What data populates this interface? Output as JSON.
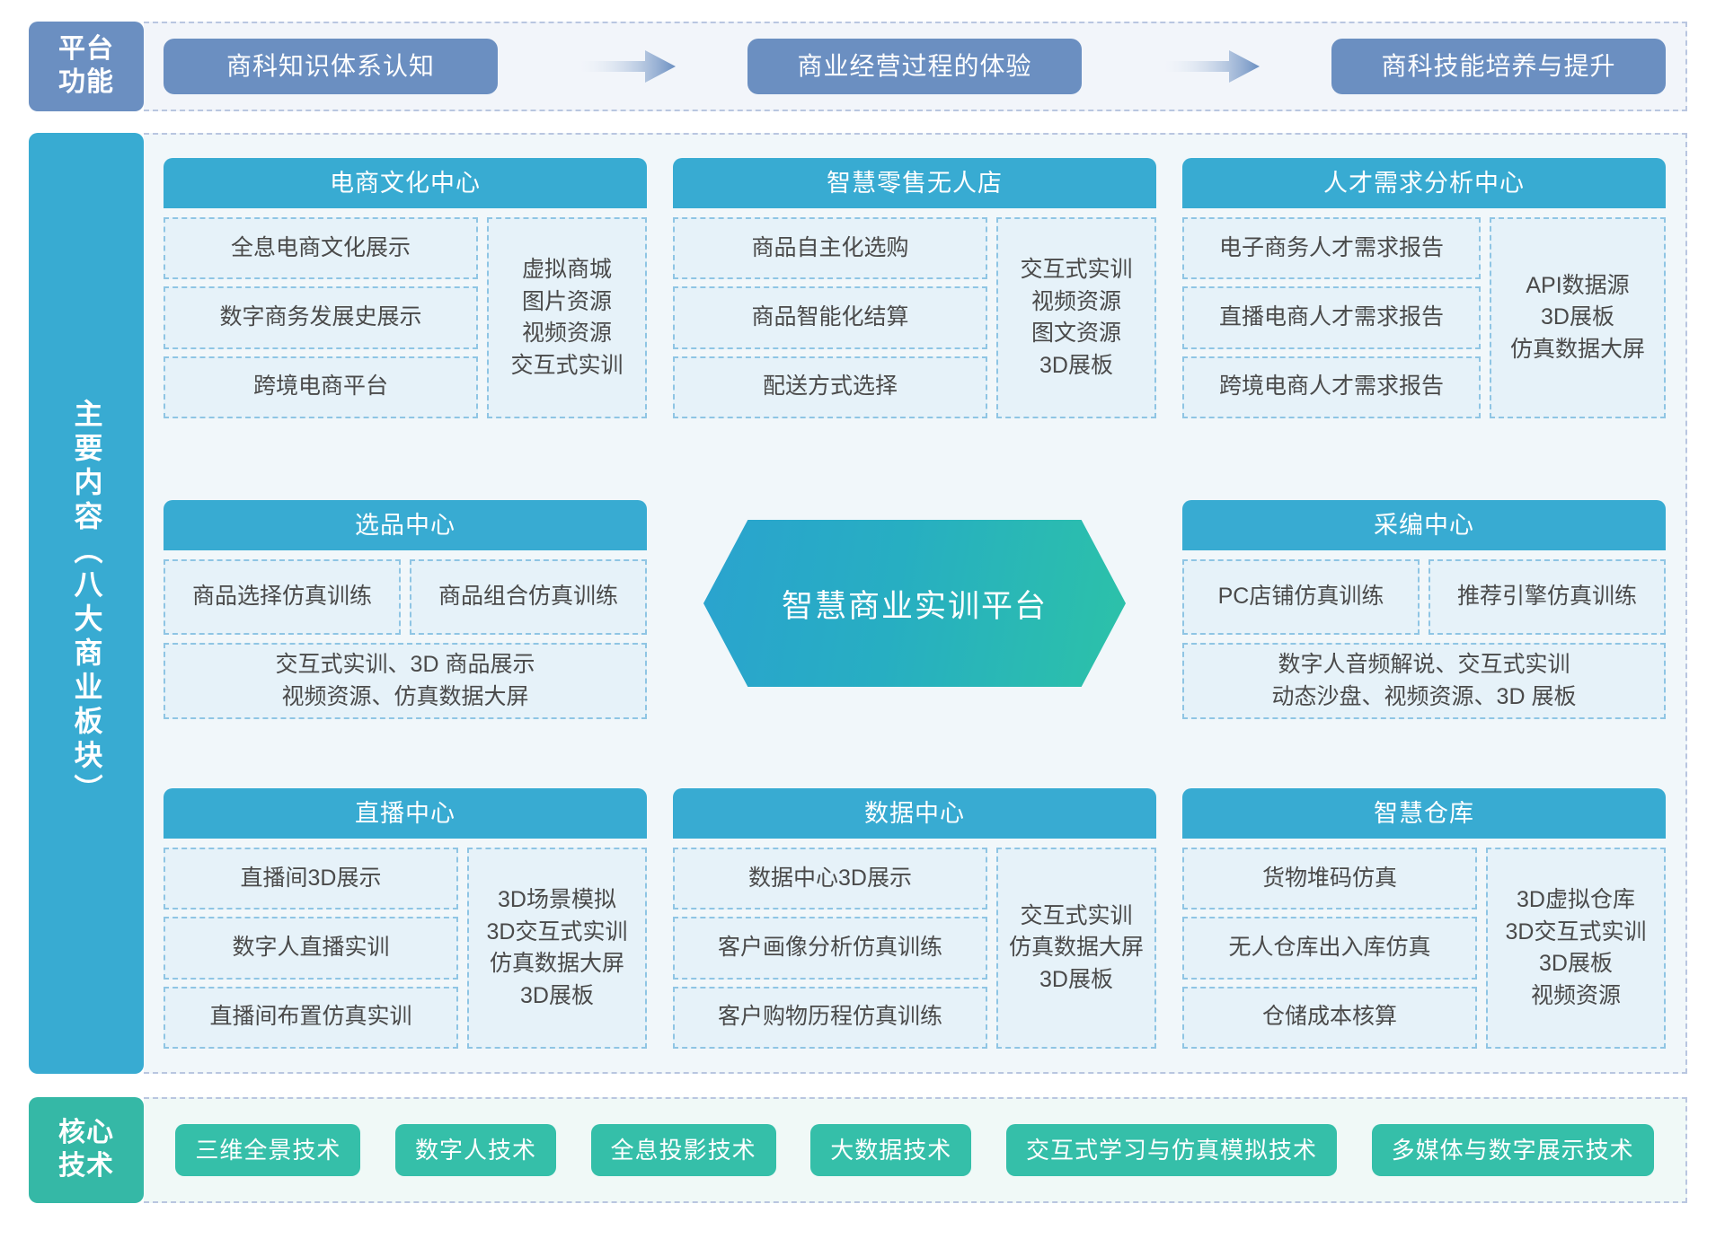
{
  "colors": {
    "platform_blue": "#6b8fc1",
    "content_cyan": "#38abd2",
    "tech_green": "#35bfa9",
    "chip_fill": "#e6f2f9",
    "chip_border": "#8fc5e4",
    "hex_gradient_from": "#2aa3cf",
    "hex_gradient_to": "#2cc2a8"
  },
  "platform": {
    "tab_label": "平台\n功能",
    "steps": [
      {
        "label": "商科知识体系认知"
      },
      {
        "label": "商业经营过程的体验"
      },
      {
        "label": "商科技能培养与提升"
      }
    ],
    "arrow_icon": "arrow-right-icon"
  },
  "content": {
    "tab_label": "主要内容（八大商业板块）",
    "center": {
      "label": "智慧商业实训平台"
    },
    "modules": [
      {
        "id": "ecommerce-culture-center",
        "title": "电商文化中心",
        "layout": "left-list-right-note",
        "items": [
          "全息电商文化展示",
          "数字商务发展史展示",
          "跨境电商平台"
        ],
        "note": "虚拟商城\n图片资源\n视频资源\n交互式实训"
      },
      {
        "id": "smart-retail-unmanned-store",
        "title": "智慧零售无人店",
        "layout": "left-list-right-note",
        "items": [
          "商品自主化选购",
          "商品智能化结算",
          "配送方式选择"
        ],
        "note": "交互式实训\n视频资源\n图文资源\n3D展板"
      },
      {
        "id": "talent-demand-analysis-center",
        "title": "人才需求分析中心",
        "layout": "left-list-right-note",
        "items": [
          "电子商务人才需求报告",
          "直播电商人才需求报告",
          "跨境电商人才需求报告"
        ],
        "note": "API数据源\n3D展板\n仿真数据大屏"
      },
      {
        "id": "selection-center",
        "title": "选品中心",
        "layout": "pair-and-banner",
        "pair": [
          "商品选择仿真训练",
          "商品组合仿真训练"
        ],
        "banner": "交互式实训、3D 商品展示\n视频资源、仿真数据大屏"
      },
      {
        "id": "editorial-center",
        "title": "采编中心",
        "layout": "pair-and-banner",
        "pair": [
          "PC店铺仿真训练",
          "推荐引擎仿真训练"
        ],
        "banner": "数字人音频解说、交互式实训\n动态沙盘、视频资源、3D 展板"
      },
      {
        "id": "livestream-center",
        "title": "直播中心",
        "layout": "left-list-right-note",
        "items": [
          "直播间3D展示",
          "数字人直播实训",
          "直播间布置仿真实训"
        ],
        "note": "3D场景模拟\n3D交互式实训\n仿真数据大屏\n3D展板"
      },
      {
        "id": "data-center",
        "title": "数据中心",
        "layout": "left-list-right-note",
        "items": [
          "数据中心3D展示",
          "客户画像分析仿真训练",
          "客户购物历程仿真训练"
        ],
        "note": "交互式实训\n仿真数据大屏\n3D展板"
      },
      {
        "id": "smart-warehouse",
        "title": "智慧仓库",
        "layout": "left-list-right-note",
        "items": [
          "货物堆码仿真",
          "无人仓库出入库仿真",
          "仓储成本核算"
        ],
        "note": "3D虚拟仓库\n3D交互式实训\n3D展板\n视频资源"
      }
    ]
  },
  "technology": {
    "tab_label": "核心\n技术",
    "items": [
      {
        "label": "三维全景技术"
      },
      {
        "label": "数字人技术"
      },
      {
        "label": "全息投影技术"
      },
      {
        "label": "大数据技术"
      },
      {
        "label": "交互式学习与仿真模拟技术"
      },
      {
        "label": "多媒体与数字展示技术"
      }
    ]
  }
}
